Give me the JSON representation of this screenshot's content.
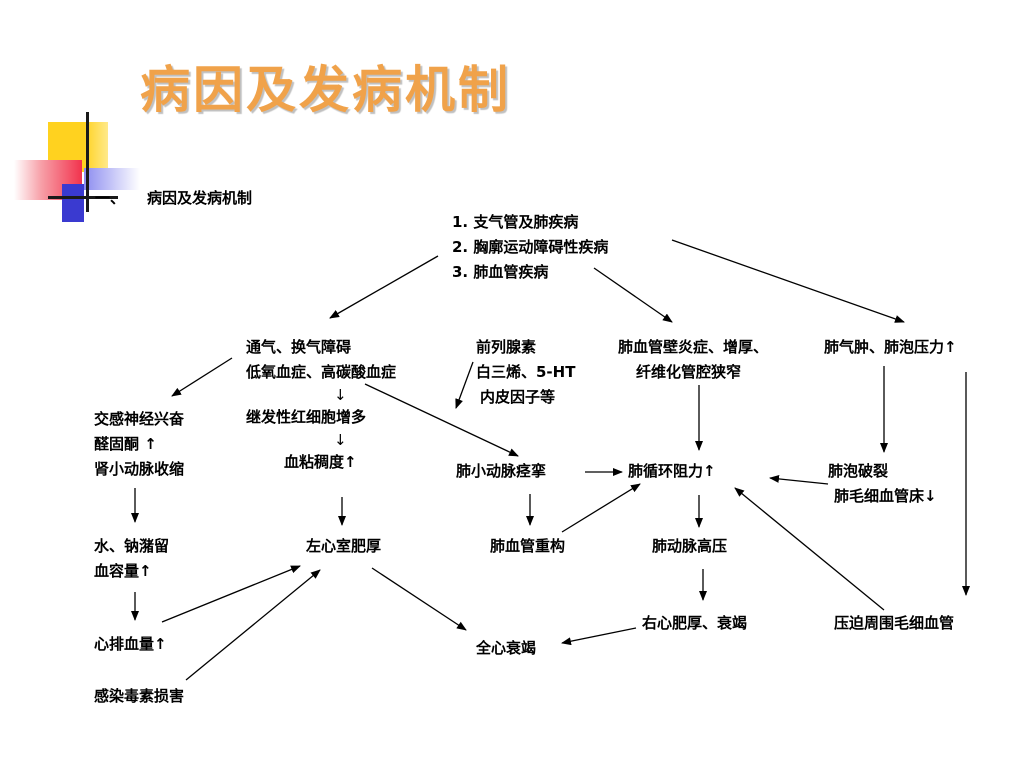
{
  "title": "病因及发病机制",
  "subtitle": {
    "number": "一、",
    "text": "病因及发病机制"
  },
  "colors": {
    "title": "#f0a24a",
    "deco_yellow": "#ffd21f",
    "deco_red": "#f2334d",
    "deco_blue": "#3a3ad0"
  },
  "nodes": {
    "causes": [
      "1.  支气管及肺疾病",
      "2. 胸廓运动障碍性疾病",
      "3. 肺血管疾病"
    ],
    "ventilation": [
      "通气、换气障碍",
      "低氧血症、高碳酸血症",
      "↓",
      "继发性红细胞增多",
      "↓",
      "血粘稠度↑"
    ],
    "mediators": [
      "前列腺素",
      "白三烯、5-HT",
      "内皮因子等"
    ],
    "vessel_wall": [
      "肺血管壁炎症、增厚、",
      "纤维化管腔狭窄"
    ],
    "emphysema": [
      "肺气肿、肺泡压力↑"
    ],
    "sympathetic": [
      "交感神经兴奋",
      "醛固酮 ↑",
      "肾小动脉收缩"
    ],
    "arteriole_spasm": "肺小动脉痉挛",
    "resistance": "肺循环阻力↑",
    "alveolar_rupture": [
      "肺泡破裂",
      "肺毛细血管床↓"
    ],
    "water_sodium": [
      "水、钠潴留",
      "血容量↑"
    ],
    "lv_hypertrophy": "左心室肥厚",
    "vascular_remodel": "肺血管重构",
    "pulm_hypertension": "肺动脉高压",
    "cardiac_output": "心排血量↑",
    "rv_failure": "右心肥厚、衰竭",
    "capillary_compress": "压迫周围毛细血管",
    "total_failure": "全心衰竭",
    "infection": "感染毒素损害"
  }
}
